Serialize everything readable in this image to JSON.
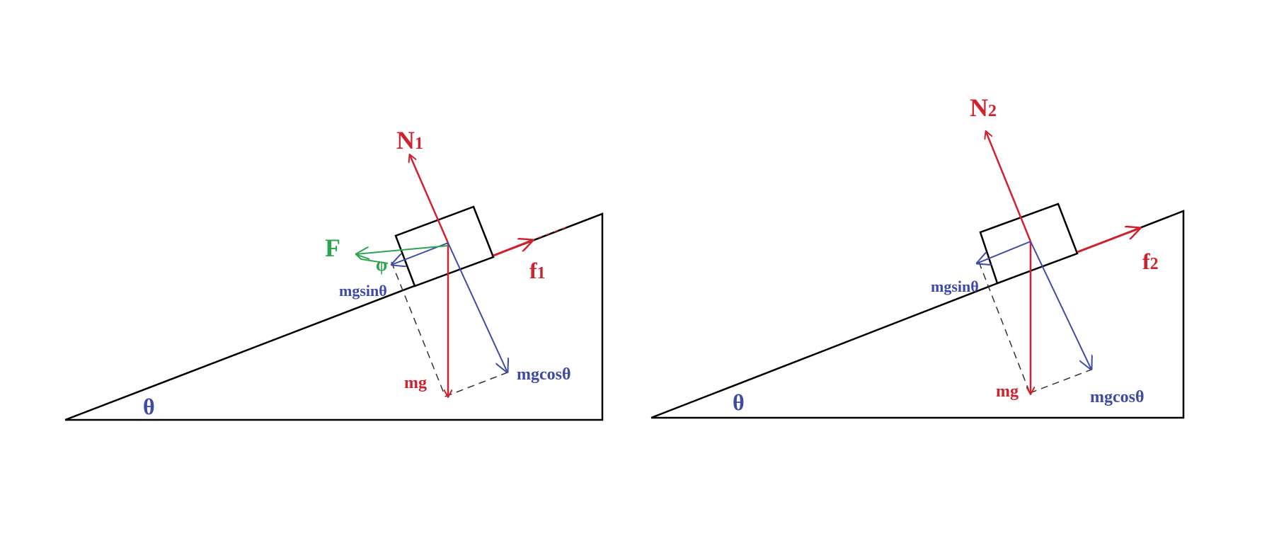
{
  "colors": {
    "red": "#d0212e",
    "blue": "#3f4aa6",
    "green": "#2ea44f",
    "black": "#000000",
    "dashed": "#333333"
  },
  "left": {
    "normal": {
      "base": "N",
      "sub": "1"
    },
    "friction": {
      "base": "f",
      "sub": "1"
    },
    "applied_force": "F",
    "phi": "φ",
    "mgsin": "mgsinθ",
    "mgcos": "mgcosθ",
    "mg": "mg",
    "theta": "θ"
  },
  "right": {
    "normal": {
      "base": "N",
      "sub": "2"
    },
    "friction": {
      "base": "f",
      "sub": "2"
    },
    "mgsin": "mgsinθ",
    "mgcos": "mgcosθ",
    "mg": "mg",
    "theta": "θ"
  }
}
